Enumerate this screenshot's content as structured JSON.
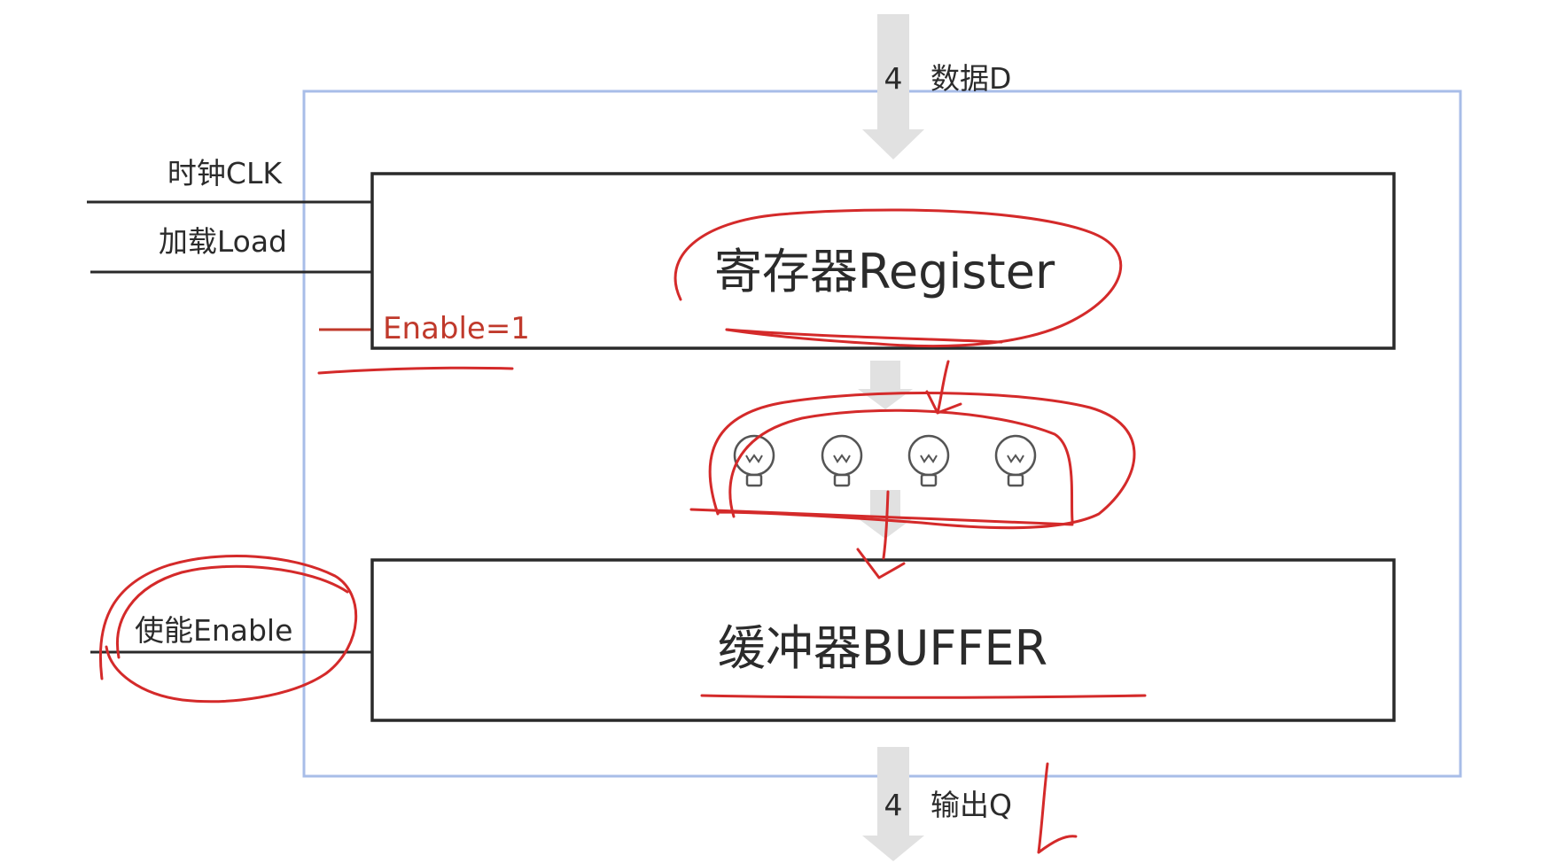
{
  "diagram": {
    "data_input": {
      "width": "4",
      "label": "数据D"
    },
    "output": {
      "width": "4",
      "label": "输出Q"
    },
    "clock_label": "时钟CLK",
    "load_label": "加载Load",
    "enable_note": "Enable=1",
    "enable_label": "使能Enable",
    "register_label": "寄存器Register",
    "buffer_label": "缓冲器BUFFER",
    "bulbs": {
      "count": 4,
      "icon": "lightbulb-icon"
    },
    "colors": {
      "outer_frame": "#a8bde8",
      "box_stroke": "#2a2a2a",
      "arrow": "#e1e1e1",
      "annotation": "#d42a2a",
      "note_text": "#c0392b"
    }
  }
}
